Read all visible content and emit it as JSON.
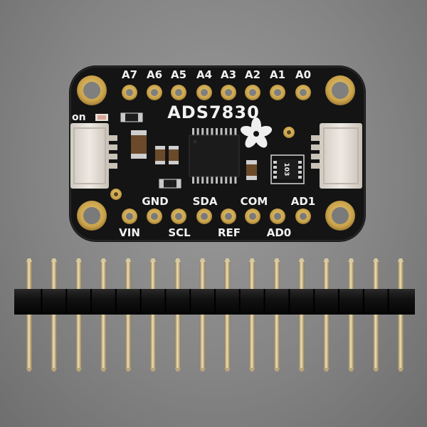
{
  "board": {
    "chip_name": "ADS7830",
    "top_labels": [
      "A7",
      "A6",
      "A5",
      "A4",
      "A3",
      "A2",
      "A1",
      "A0"
    ],
    "bottom_upper_labels": [
      "GND",
      "SDA",
      "COM",
      "AD1"
    ],
    "bottom_lower_labels": [
      "VIN",
      "SCL",
      "REF",
      "AD0"
    ],
    "led_label": "on",
    "resistor_code": "103",
    "colors": {
      "pcb": "#131313",
      "gold": "#c9a24a",
      "silkscreen": "#f2f2f2",
      "connector": "#e2ddd6",
      "header_plastic": "#101010",
      "header_pins": "#cdb98d"
    }
  },
  "header": {
    "pin_count": 16
  }
}
